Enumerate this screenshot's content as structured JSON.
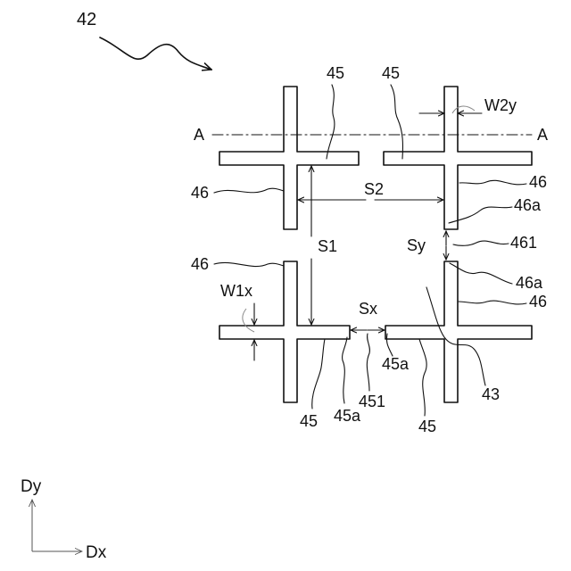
{
  "figure_ref": "42",
  "section": {
    "left": "A",
    "right": "A"
  },
  "labels": {
    "l45_tl": "45",
    "l45_tr": "45",
    "w2y": "W2y",
    "l46_top_left": "46",
    "l46_top_right": "46",
    "s2": "S2",
    "l46a_top": "46a",
    "s1": "S1",
    "sy": "Sy",
    "l461": "461",
    "l46_bottom_left": "46",
    "l46a_bottom": "46a",
    "l46_bottom_right": "46",
    "w1x": "W1x",
    "sx": "Sx",
    "l45a_right": "45a",
    "l43": "43",
    "l451": "451",
    "l45_bl": "45",
    "l45a_left": "45a",
    "l45_br": "45"
  },
  "axes": {
    "y": "Dy",
    "x": "Dx"
  }
}
